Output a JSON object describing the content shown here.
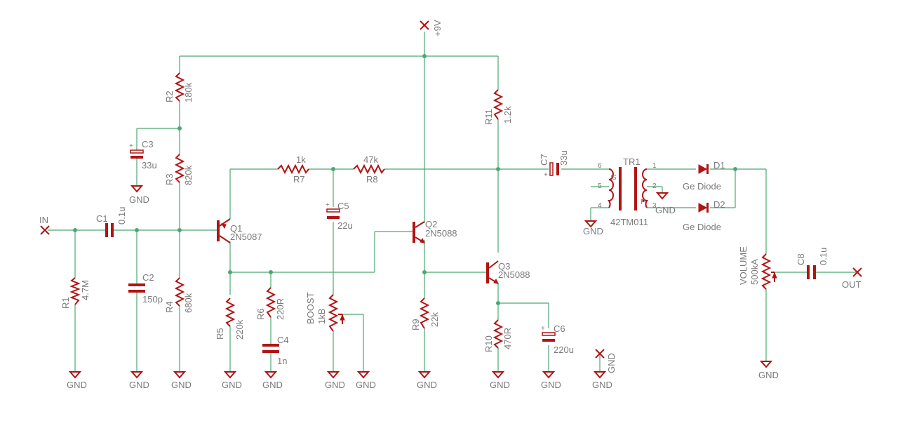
{
  "ports": {
    "in": "IN",
    "out": "OUT",
    "vcc": "+9V"
  },
  "gnd_label": "GND",
  "parts": {
    "R1": {
      "ref": "R1",
      "value": "4.7M"
    },
    "R2": {
      "ref": "R2",
      "value": "180k"
    },
    "R3": {
      "ref": "R3",
      "value": "820k"
    },
    "R4": {
      "ref": "R4",
      "value": "680k"
    },
    "R5": {
      "ref": "R5",
      "value": "220k"
    },
    "R6": {
      "ref": "R6",
      "value": "220R"
    },
    "R7": {
      "ref": "R7",
      "value": "1k"
    },
    "R8": {
      "ref": "R8",
      "value": "47k"
    },
    "R9": {
      "ref": "R9",
      "value": "22k"
    },
    "R10": {
      "ref": "R10",
      "value": "470R"
    },
    "R11": {
      "ref": "R11",
      "value": "1.2k"
    },
    "C1": {
      "ref": "C1",
      "value": "0.1u"
    },
    "C2": {
      "ref": "C2",
      "value": "150p"
    },
    "C3": {
      "ref": "C3",
      "value": "33u"
    },
    "C4": {
      "ref": "C4",
      "value": "1n"
    },
    "C5": {
      "ref": "C5",
      "value": "22u"
    },
    "C6": {
      "ref": "C6",
      "value": "220u"
    },
    "C7": {
      "ref": "C7",
      "value": "33u"
    },
    "C8": {
      "ref": "C8",
      "value": "0.1u"
    },
    "Q1": {
      "ref": "Q1",
      "value": "2N5087"
    },
    "Q2": {
      "ref": "Q2",
      "value": "2N5088"
    },
    "Q3": {
      "ref": "Q3",
      "value": "2N5088"
    },
    "BOOST": {
      "ref": "BOOST",
      "value": "1kB"
    },
    "VOLUME": {
      "ref": "VOLUME",
      "value": "500kA"
    },
    "TR1": {
      "ref": "TR1",
      "value": "42TM011",
      "pins": [
        "6",
        "5",
        "4",
        "1",
        "2",
        "3"
      ],
      "side_s": "S",
      "side_p": "P"
    },
    "D1": {
      "ref": "D1",
      "value": "Ge Diode"
    },
    "D2": {
      "ref": "D2",
      "value": "Ge Diode"
    }
  },
  "colors": {
    "wire": "#4aa872",
    "part": "#b01414",
    "text": "#7a7a7a"
  }
}
